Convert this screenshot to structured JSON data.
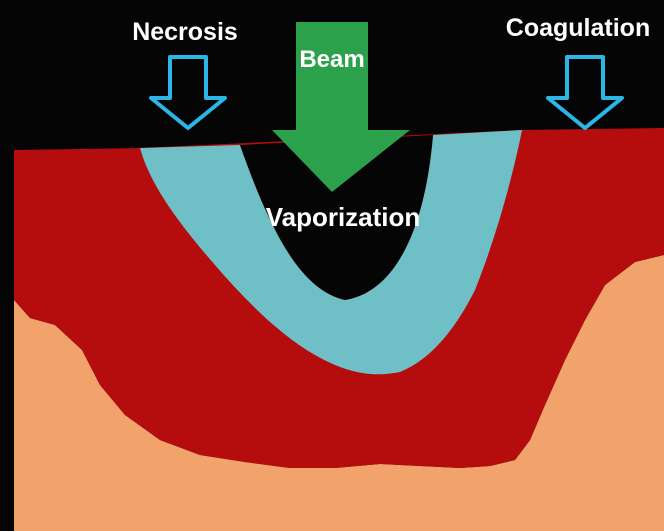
{
  "labels": {
    "necrosis": "Necrosis",
    "coagulation": "Coagulation",
    "beam": "Beam",
    "vaporization": "Vaporization"
  },
  "colors": {
    "background": "#050505",
    "tissue_deep": "#f2a36b",
    "coagulation_zone": "#b50d0d",
    "necrosis_zone": "#6fbfc6",
    "beam_arrow": "#2aa14a",
    "outline_arrow": "#2bb6e6",
    "text": "#ffffff"
  }
}
